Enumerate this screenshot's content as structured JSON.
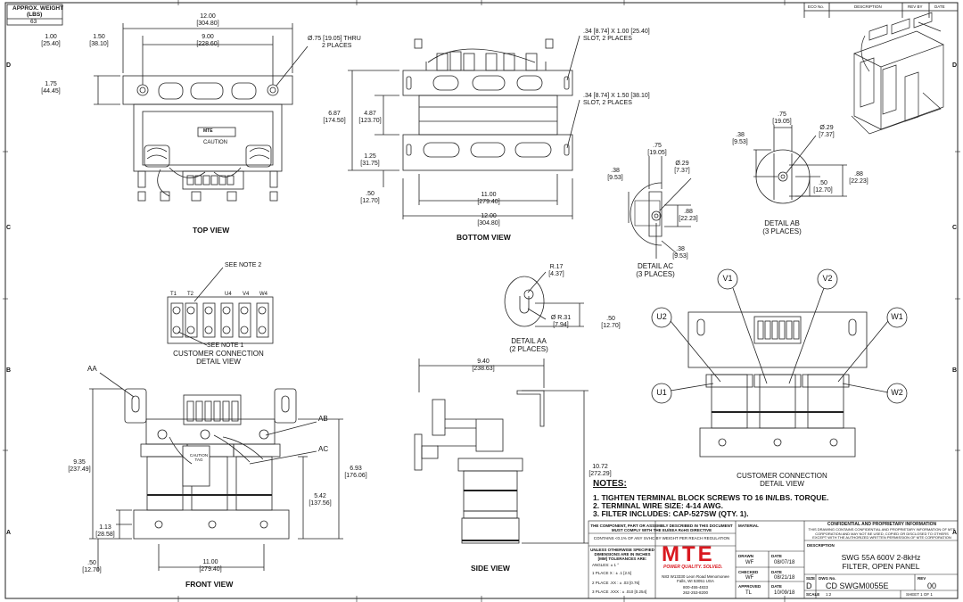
{
  "weight": {
    "title": "APPROX. WEIGHT",
    "unit": "(LBS)",
    "value": "63"
  },
  "grid": {
    "rows": [
      "D",
      "C",
      "B",
      "A"
    ]
  },
  "revtable": {
    "headers": [
      "ECO No.",
      "DESCRIPTION",
      "REV BY",
      "DATE"
    ]
  },
  "top_view": {
    "label": "TOP VIEW",
    "d_overall": "12.00",
    "d_overall_mm": "[304.80]",
    "d_inner": "9.00",
    "d_inner_mm": "[228.60]",
    "d_left": "1.00",
    "d_left_mm": "[25.40]",
    "d_mid": "1.50",
    "d_mid_mm": "[38.10]",
    "d_h": "1.75",
    "d_h_mm": "[44.45]",
    "hole": "Ø.75 [19.05] THRU",
    "hole_note": "2 PLACES",
    "brand": "MTE",
    "caution": "CAUTION"
  },
  "bottom_view": {
    "label": "BOTTOM VIEW",
    "slot1": ".34 [8.74] X 1.00 [25.40]",
    "slot1_note": "SLOT, 2 PLACES",
    "slot2": ".34 [8.74] X 1.50 [38.10]",
    "slot2_note": "SLOT, 2 PLACES",
    "d_h1": "6.87",
    "d_h1_mm": "[174.50]",
    "d_h2": "4.87",
    "d_h2_mm": "[123.70]",
    "d_h3": "1.25",
    "d_h3_mm": "[31.75]",
    "d_h4": ".50",
    "d_h4_mm": "[12.70]",
    "d_w1": "11.00",
    "d_w1_mm": "[279.40]",
    "d_w2": "12.00",
    "d_w2_mm": "[304.80]"
  },
  "detail_ac": {
    "label": "DETAIL AC",
    "note": "(3 PLACES)",
    "d1": ".75",
    "d1_mm": "[19.05]",
    "d2": ".38",
    "d2_mm": "[9.53]",
    "d3": "Ø.29",
    "d3_mm": "[7.37]",
    "d4": ".88",
    "d4_mm": "[22.23]",
    "d5": ".38",
    "d5_mm": "[9.53]"
  },
  "detail_ab": {
    "label": "DETAIL AB",
    "note": "(3 PLACES)",
    "d1": ".75",
    "d1_mm": "[19.05]",
    "d2": ".38",
    "d2_mm": "[9.53]",
    "d3": "Ø.29",
    "d3_mm": "[7.37]",
    "d4": ".50",
    "d4_mm": "[12.70]",
    "d5": ".88",
    "d5_mm": "[22.23]"
  },
  "detail_aa": {
    "label": "DETAIL AA",
    "note": "(2 PLACES)",
    "d1": "R.17",
    "d1_mm": "[4.37]",
    "d2": "Ø R.31",
    "d2_mm": "[7.94]",
    "d3": ".50",
    "d3_mm": "[12.70]"
  },
  "cc_detail": {
    "label": "CUSTOMER CONNECTION",
    "label2": "DETAIL VIEW",
    "see2": "SEE NOTE 2",
    "see1": "SEE NOTE 1",
    "terms": [
      "T1",
      "T2",
      "U4",
      "V4",
      "W4"
    ]
  },
  "front_view": {
    "label": "FRONT VIEW",
    "aa": "AA",
    "ab": "AB",
    "ac": "AC",
    "d_h1": "9.35",
    "d_h1_mm": "[237.49]",
    "d_h2": "6.93",
    "d_h2_mm": "[176.06]",
    "d_h3": "5.42",
    "d_h3_mm": "[137.56]",
    "d_h4": "1.13",
    "d_h4_mm": "[28.58]",
    "d_h5": ".50",
    "d_h5_mm": "[12.70]",
    "d_w": "11.00",
    "d_w_mm": "[279.40]",
    "caution_tag": "CAUTION TAG"
  },
  "side_view": {
    "label": "SIDE VIEW",
    "d_w": "9.40",
    "d_w_mm": "[238.63]",
    "d_h": "10.72",
    "d_h_mm": "[272.29]"
  },
  "cc_view": {
    "label": "CUSTOMER CONNECTION",
    "label2": "DETAIL VIEW",
    "bubbles": [
      "V1",
      "V2",
      "U2",
      "W1",
      "U1",
      "W2"
    ]
  },
  "notes": {
    "heading": "NOTES:",
    "items": [
      "1.  TIGHTEN TERMINAL BLOCK SCREWS TO 16 IN/LBS. TORQUE.",
      "2.  TERMINAL WIRE SIZE: 4-14 AWG.",
      "3.  FILTER INCLUDES: CAP-527SW (QTY. 1)."
    ]
  },
  "titleblock": {
    "compliance": "THE COMPONENT, PART OR ASSEMBLY DESCRIBED IN THIS DOCUMENT MUST COMPLY WITH THE EU/EEA RoHS DIRECTIVE",
    "contains": "CONTAINS <0.1% OF ANY SVHC BY WEIGHT PER REACH REGULATION",
    "tol_head": "UNLESS OTHERWISE SPECIFIED DIMENSIONS ARE IN INCHES [MM] TOLERANCES ARE:",
    "angles": "ANGLES: ± 1 °",
    "place1": "1 PLACE X : ± .1 [2.5]",
    "place2": "2 PLACE .XX : ± .03 [0.76]",
    "place3": "3 PLACE .XXX : ± .010 [0.254]",
    "logo": "MTE",
    "tagline": "POWER QUALITY. SOLVED.",
    "address": "N83 W13330 Leon Road Menomonee Falls, WI 53051 USA",
    "phone1": "800-455-4833",
    "phone2": "262-253-8200",
    "material": "MATERIAL",
    "drawn": "DRAWN",
    "drawn_by": "WF",
    "drawn_date": "08/07/18",
    "checked": "CHECKED",
    "checked_by": "WF",
    "checked_date": "08/21/18",
    "approved": "APPROVED",
    "approved_by": "TL",
    "approved_date": "10/09/18",
    "date": "DATE",
    "conf_head": "CONFIDENTIAL AND PROPRIETARY INFORMATION",
    "conf_body": "THIS DRAWING CONTAINS CONFIDENTIAL AND PROPRIETARY INFORMATION OF MTE CORPORATION AND MAY NOT BE USED, COPIED OR DISCLOSED TO OTHERS EXCEPT WITH THE AUTHORIZED WRITTEN PERMISSION OF MTE CORPORATION",
    "description": "DESCRIPTION",
    "desc1": "SWG 55A 600V 2-8kHz",
    "desc2": "FILTER, OPEN PANEL",
    "size": "SIZE",
    "size_val": "D",
    "dwg": "DWG No.",
    "dwg_val": "CD SWGM0055E",
    "rev": "REV",
    "rev_val": "00",
    "scale": "SCALE",
    "scale_val": "1:2",
    "sheet": "SHEET 1 OF 1"
  }
}
